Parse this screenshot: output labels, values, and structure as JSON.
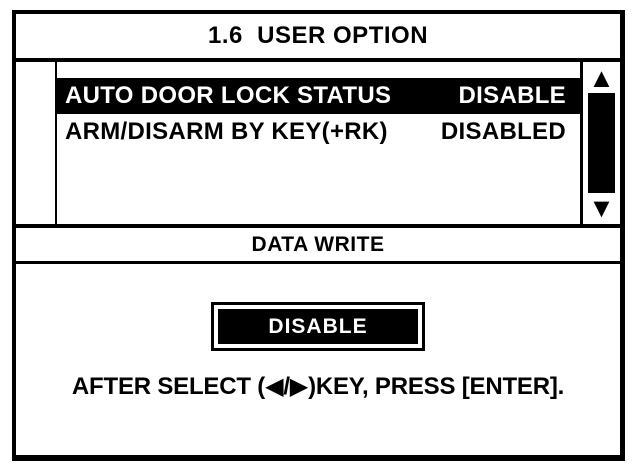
{
  "window": {
    "title": "1.6  USER OPTION"
  },
  "menu": {
    "items": [
      {
        "label": "AUTO DOOR LOCK STATUS",
        "value": "DISABLE",
        "selected": true
      },
      {
        "label": "ARM/DISARM BY KEY(+RK)",
        "value": "DISABLED",
        "selected": false
      }
    ]
  },
  "scrollbar": {
    "up_icon": "▲",
    "down_icon": "▼"
  },
  "section": {
    "header": "DATA WRITE"
  },
  "editor": {
    "selected_value": "DISABLE",
    "instruction": "AFTER SELECT (◀/▶)KEY, PRESS [ENTER]."
  },
  "colors": {
    "foreground": "#000000",
    "background": "#ffffff",
    "highlight_bg": "#000000",
    "highlight_text": "#ffffff"
  }
}
